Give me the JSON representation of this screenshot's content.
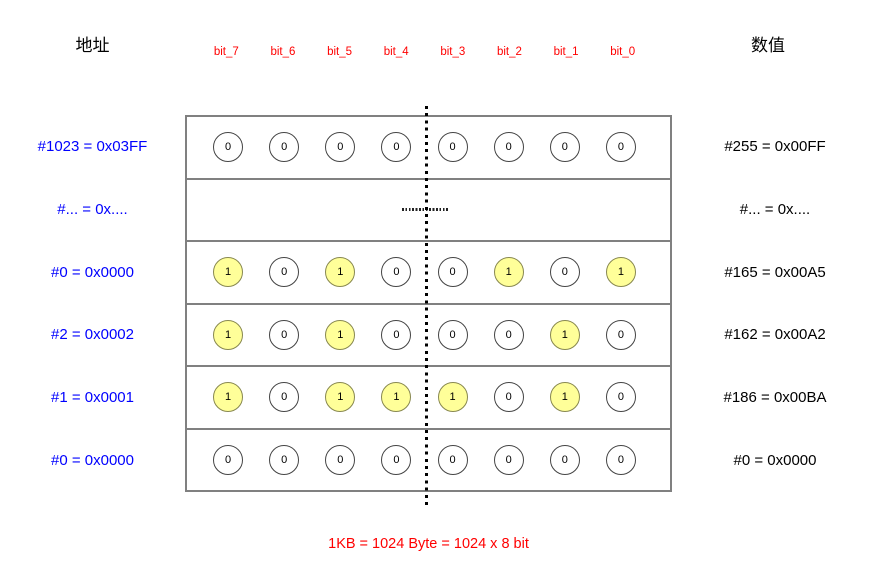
{
  "header": {
    "address_title": "地址",
    "value_title": "数值"
  },
  "bit_labels": [
    "bit_7",
    "bit_6",
    "bit_5",
    "bit_4",
    "bit_3",
    "bit_2",
    "bit_1",
    "bit_0"
  ],
  "rows": [
    {
      "type": "bits",
      "address": "#1023 = 0x03FF",
      "bits": [
        0,
        0,
        0,
        0,
        0,
        0,
        0,
        0
      ],
      "value": "#255 = 0x00FF"
    },
    {
      "type": "ellipsis",
      "address": "#... = 0x....",
      "bits": [],
      "value": "#... = 0x...."
    },
    {
      "type": "bits",
      "address": "#0 = 0x0000",
      "bits": [
        1,
        0,
        1,
        0,
        0,
        1,
        0,
        1
      ],
      "value": "#165 = 0x00A5"
    },
    {
      "type": "bits",
      "address": "#2 = 0x0002",
      "bits": [
        1,
        0,
        1,
        0,
        0,
        0,
        1,
        0
      ],
      "value": "#162 = 0x00A2"
    },
    {
      "type": "bits",
      "address": "#1 = 0x0001",
      "bits": [
        1,
        0,
        1,
        1,
        1,
        0,
        1,
        0
      ],
      "value": "#186 = 0x00BA"
    },
    {
      "type": "bits",
      "address": "#0 = 0x0000",
      "bits": [
        0,
        0,
        0,
        0,
        0,
        0,
        0,
        0
      ],
      "value": "#0 = 0x0000"
    }
  ],
  "footer": {
    "caption": "1KB = 1024 Byte = 1024 x 8 bit"
  },
  "colors": {
    "address_text": "#0000ff",
    "value_text": "#000000",
    "bit_label_text": "#ff0000",
    "caption_text": "#ff0000",
    "bit_one_fill": "#ffff99",
    "bit_zero_fill": "#ffffff",
    "grid_border": "#808080"
  }
}
